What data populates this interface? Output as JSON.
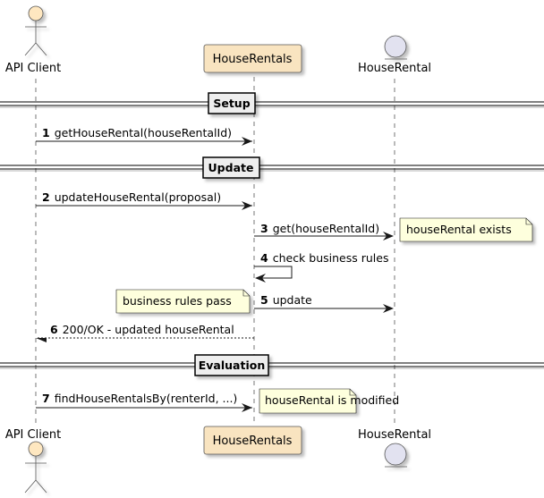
{
  "participants": [
    {
      "id": "client",
      "name": "API Client",
      "type": "actor"
    },
    {
      "id": "rentals",
      "name": "HouseRentals",
      "type": "participant"
    },
    {
      "id": "rental",
      "name": "HouseRental",
      "type": "entity"
    }
  ],
  "dividers": [
    {
      "title": "Setup"
    },
    {
      "title": "Update"
    },
    {
      "title": "Evaluation"
    }
  ],
  "messages": [
    {
      "num": "1",
      "text": "getHouseRental(houseRentalId)",
      "from": "client",
      "to": "rentals",
      "style": "solid"
    },
    {
      "num": "2",
      "text": "updateHouseRental(proposal)",
      "from": "client",
      "to": "rentals",
      "style": "solid"
    },
    {
      "num": "3",
      "text": "get(houseRentalId)",
      "from": "rentals",
      "to": "rental",
      "style": "solid"
    },
    {
      "num": "4",
      "text": "check business rules",
      "from": "rentals",
      "to": "rentals",
      "style": "self"
    },
    {
      "num": "5",
      "text": "update",
      "from": "rentals",
      "to": "rental",
      "style": "solid"
    },
    {
      "num": "6",
      "text": "200/OK - updated houseRental",
      "from": "rentals",
      "to": "client",
      "style": "dashed"
    },
    {
      "num": "7",
      "text": "findHouseRentalsBy(renterId, ...)",
      "from": "client",
      "to": "rentals",
      "style": "solid"
    }
  ],
  "notes": [
    {
      "text": "houseRental exists",
      "attached_to_message": "3",
      "side": "right"
    },
    {
      "text": "business rules pass",
      "attached_to_message": "5",
      "side": "left"
    },
    {
      "text": "houseRental is modified",
      "attached_to_message": "7",
      "side": "right"
    }
  ],
  "colors": {
    "actor_fill": "#FEE7C0",
    "participant_fill": "#F9E4C0",
    "entity_fill": "#E2E2F0",
    "note_fill": "#FEFFDD",
    "divider_fill": "#EEEEEE",
    "line": "#181818",
    "lifeline": "#555555"
  }
}
